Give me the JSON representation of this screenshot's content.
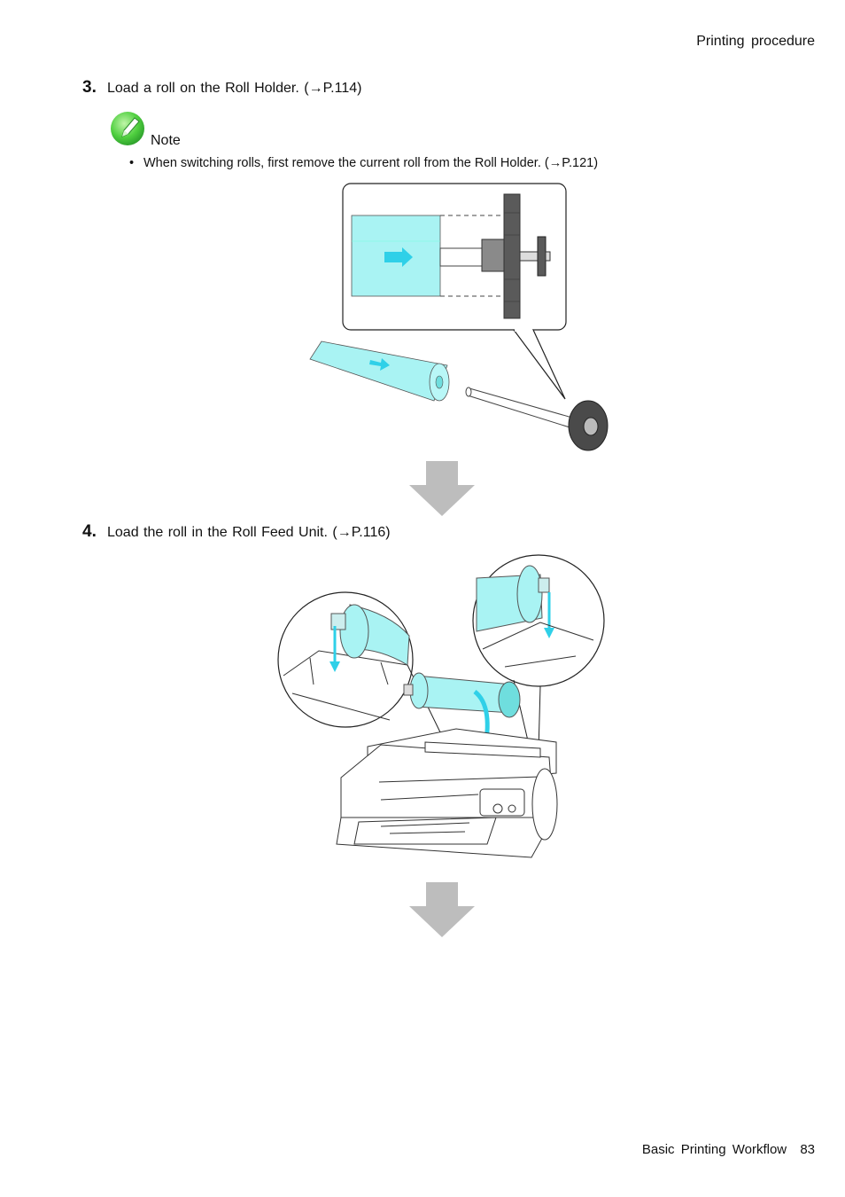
{
  "header": {
    "section": "Printing  procedure"
  },
  "steps": [
    {
      "number": "3.",
      "text": "Load a roll on the Roll Holder.  (→P.114)"
    },
    {
      "number": "4.",
      "text": "Load the roll in the Roll Feed Unit.  (→P.116)"
    }
  ],
  "note": {
    "label": "Note",
    "items": [
      "When switching rolls, first remove the current roll from the Roll Holder.  (→P.121)"
    ]
  },
  "colors": {
    "roll": "#a9f3f3",
    "roll_dark": "#6fdede",
    "arrow_cyan": "#2fd0e8",
    "flow_arrow": "#bdbdbd",
    "holder": "#5a5a5a",
    "note_green": "#3fbf3f"
  },
  "footer": {
    "chapter": "Basic  Printing  Workflow",
    "page": "83"
  }
}
